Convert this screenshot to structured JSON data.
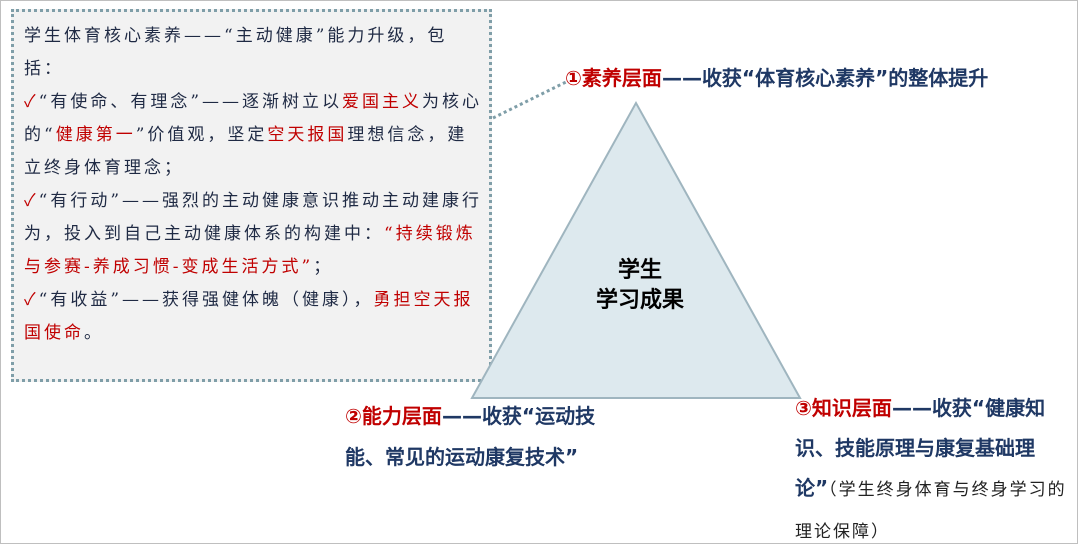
{
  "textbox": {
    "intro": "学生体育核心素养——“主动健康”能力升级，包括：",
    "item1_a": "“有使命、有理念”——逐渐树立以",
    "item1_b": "爱国主义",
    "item1_c": "为核心的“",
    "item1_d": "健康第一",
    "item1_e": "”价值观，坚定",
    "item1_f": "空天报国",
    "item1_g": "理想信念，建立终身体育理念；",
    "item2_a": "“有行动”——强烈的主动健康意识推动主动建康行为，投入到自己主动健康体系的构建中：",
    "item2_b": "“持续锻炼与参赛-养成习惯-变成生活方式”",
    "item2_c": "；",
    "item3_a": "“有收益”——获得强健体魄（健康），",
    "item3_b": "勇担空天报国使命",
    "item3_c": "。",
    "check": "✓"
  },
  "center": {
    "line1": "学生",
    "line2": "学习成果"
  },
  "top": {
    "num": "①素养层面",
    "text": "——收获“体育核心素养”的整体提升"
  },
  "left": {
    "num": "②能力层面",
    "text": "——收获“运动技能、常见的运动康复技术”"
  },
  "right": {
    "num": "③知识层面",
    "text": "——收获“健康知识、技能原理与康复基础理论”",
    "note": "（学生终身体育与终身学习的理论保障）"
  },
  "colors": {
    "accent_red": "#c00000",
    "label_blue": "#1f3864",
    "triangle_fill": "#dde9ee",
    "triangle_stroke": "#9fb5bf"
  }
}
